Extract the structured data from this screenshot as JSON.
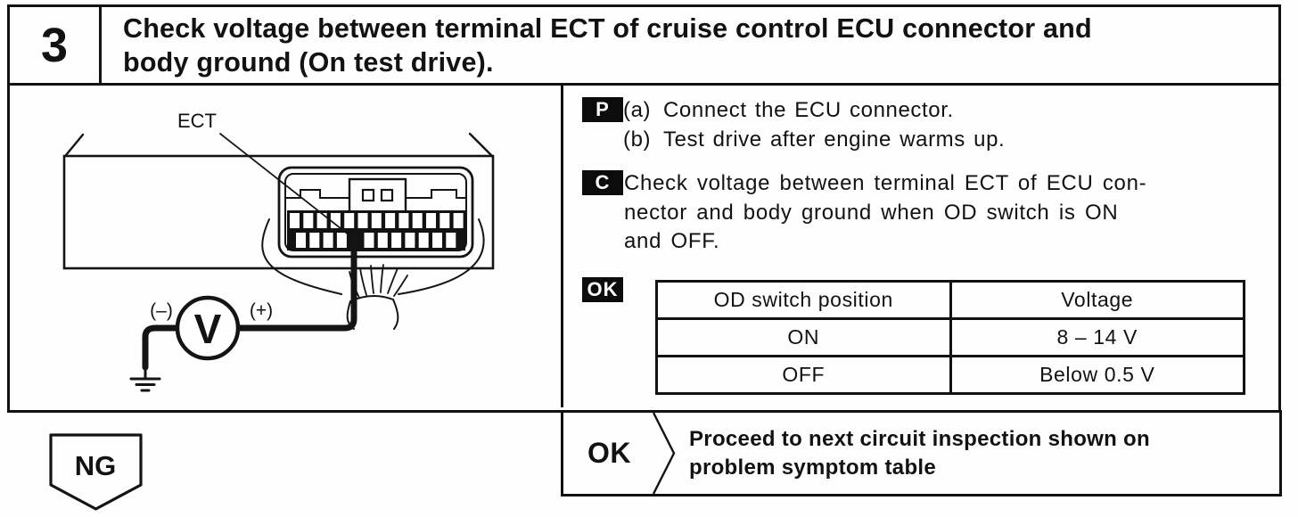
{
  "header": {
    "step_number": "3",
    "title_lines": [
      "Check voltage between terminal ECT of cruise control ECU connector and",
      "body ground (On test drive)."
    ]
  },
  "diagram": {
    "ect_label": "ECT",
    "meter_letter": "V",
    "minus_label": "(–)",
    "plus_label": "(+)"
  },
  "prepare": {
    "badge": "P",
    "steps": [
      {
        "marker": "(a)",
        "text": "Connect the ECU connector."
      },
      {
        "marker": "(b)",
        "text": "Test drive after engine warms up."
      }
    ]
  },
  "check": {
    "badge": "C",
    "lines": [
      "Check voltage between terminal ECT of ECU con-",
      "nector and body ground when OD switch is ON",
      "and OFF."
    ]
  },
  "spec": {
    "badge": "OK",
    "table": {
      "col1_header": "OD switch position",
      "col2_header": "Voltage",
      "rows": [
        {
          "position": "ON",
          "voltage": "8 – 14 V"
        },
        {
          "position": "OFF",
          "voltage": "Below 0.5 V"
        }
      ]
    }
  },
  "results": {
    "ng_label": "NG",
    "ok_label": "OK",
    "ok_action_lines": [
      "Proceed to next circuit inspection shown on",
      "problem symptom table"
    ]
  },
  "colors": {
    "ink": "#121212",
    "paper": "#fffefe"
  }
}
